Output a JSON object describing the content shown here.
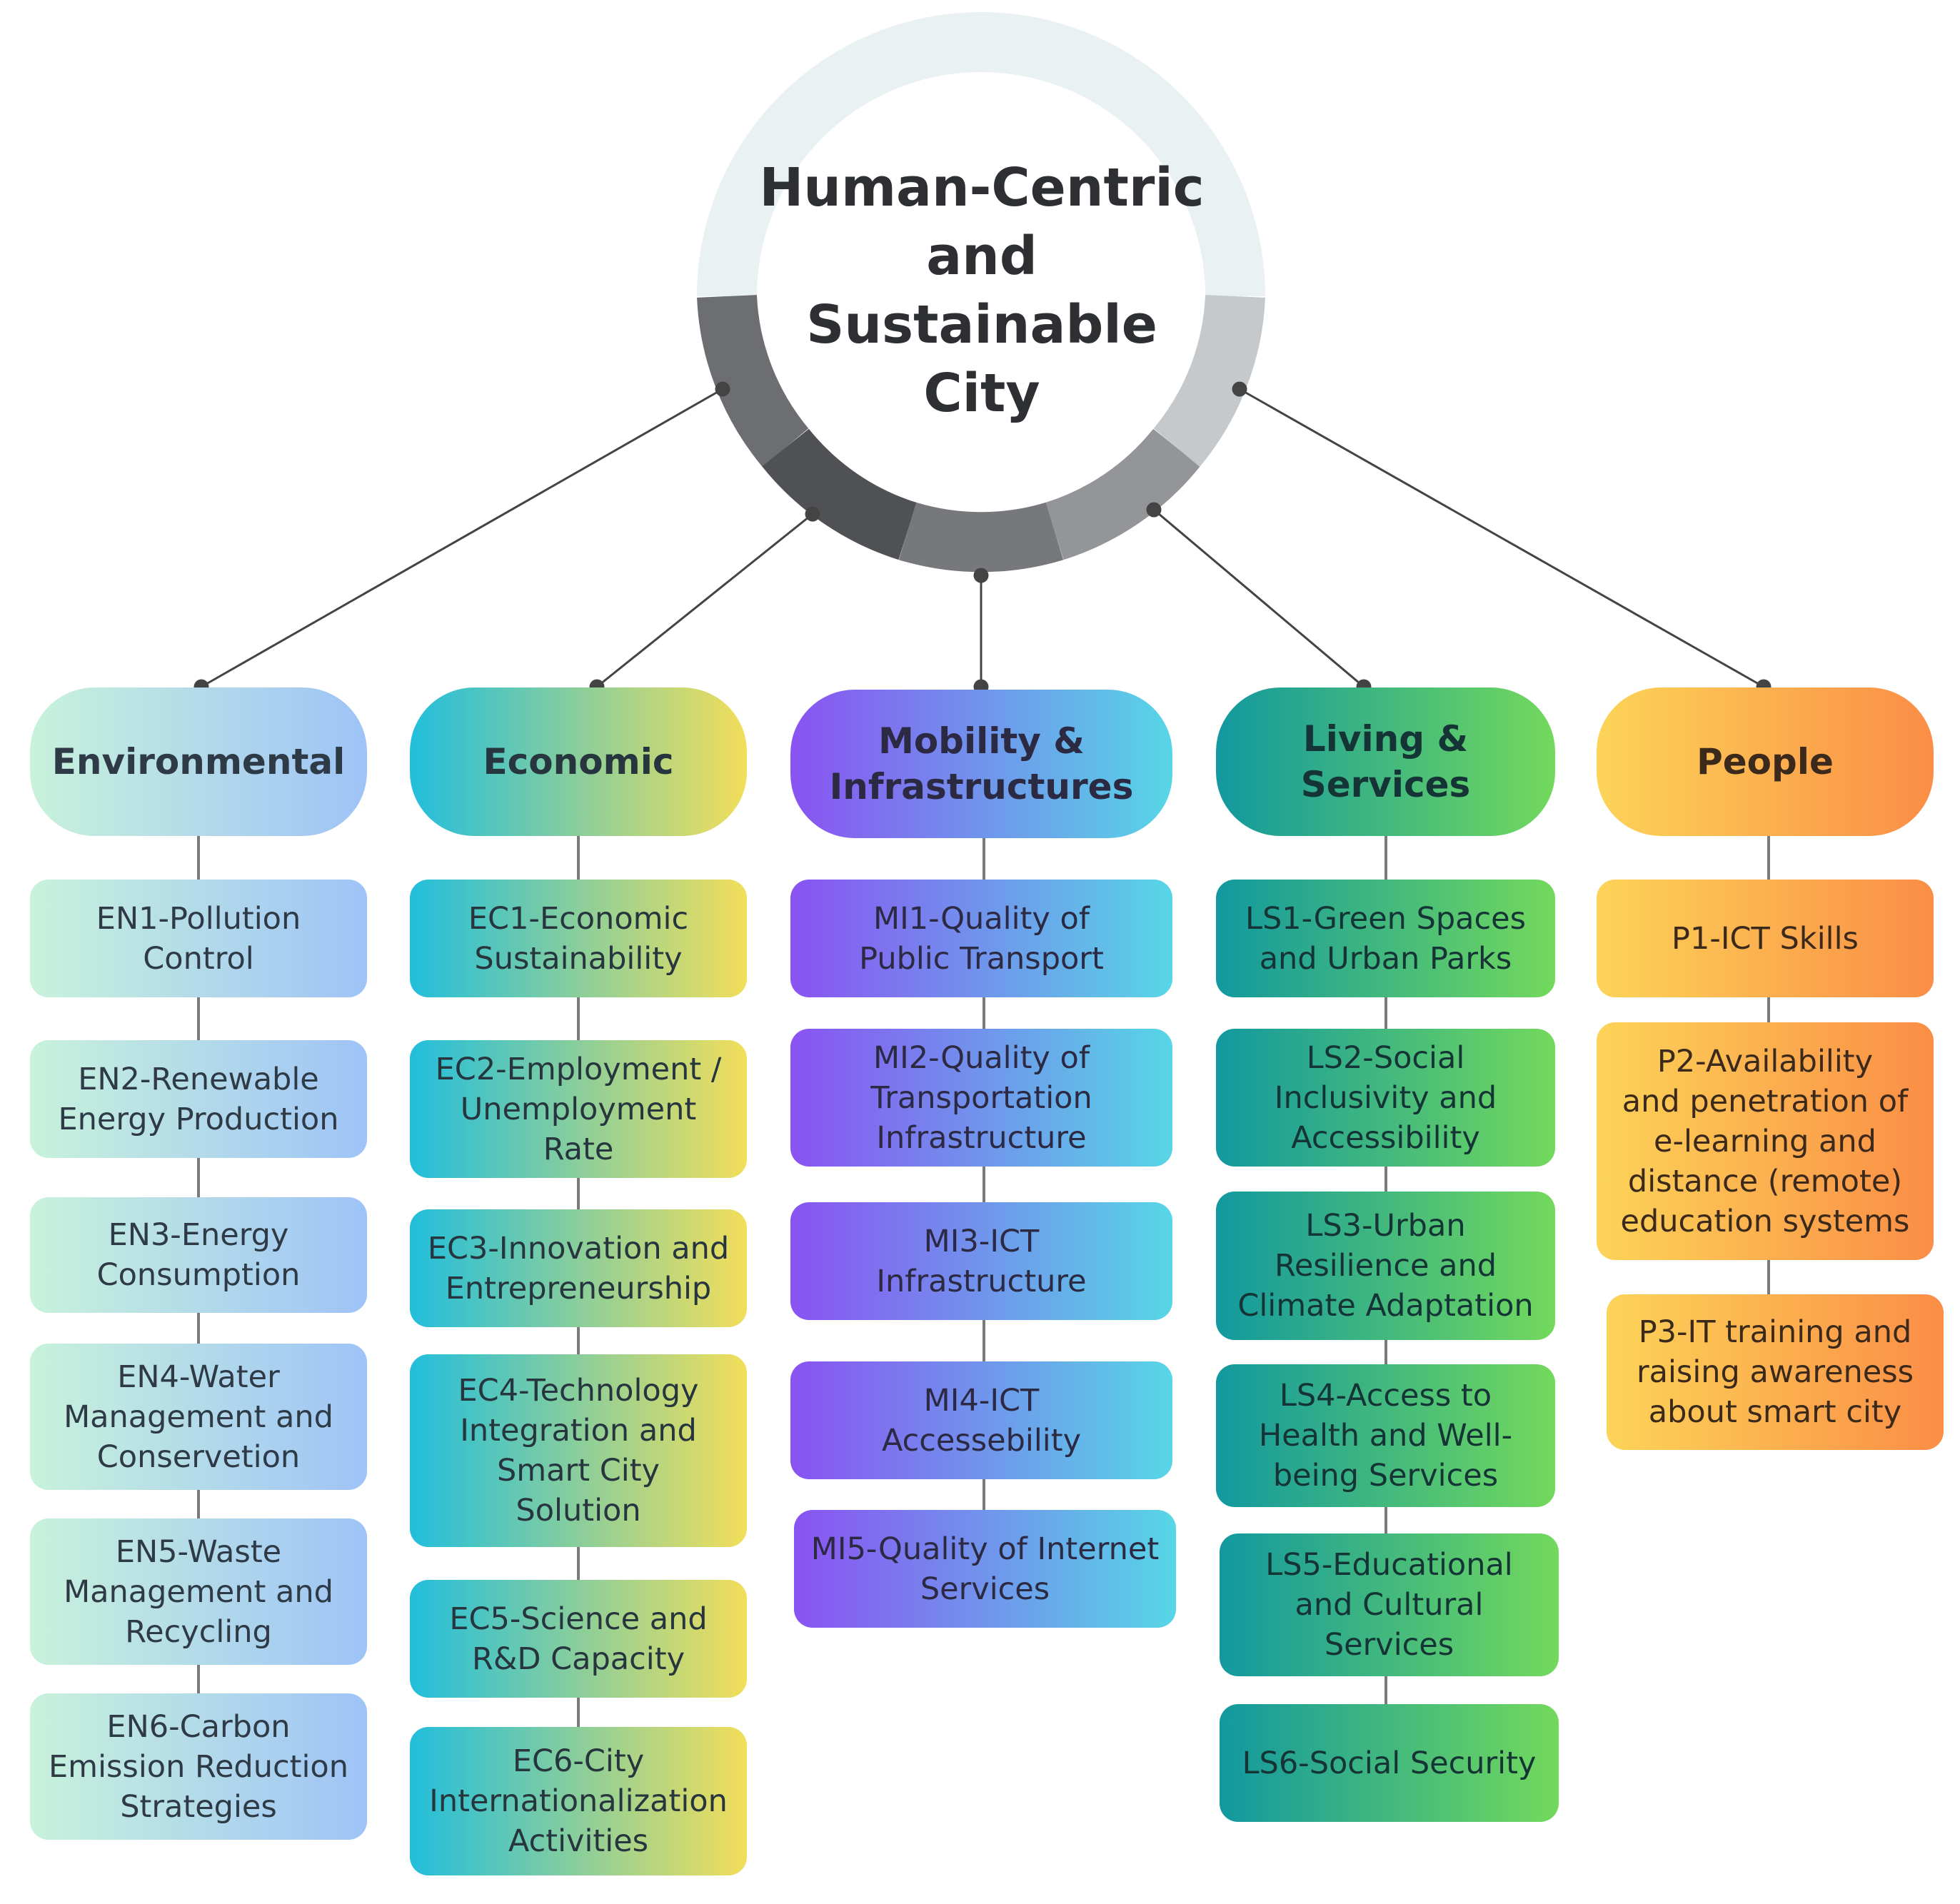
{
  "hub": {
    "title": "Human-Centric\nand\nSustainable\nCity"
  },
  "colors": {
    "ring_light": "#e9f1f3",
    "ring_segments": [
      "#6d6e72",
      "#505155",
      "#77787c",
      "#939598",
      "#c5c9cc"
    ],
    "connector": "#444444",
    "environmental": [
      "#c8f2db",
      "#9ec3f7"
    ],
    "economic": [
      "#22bedc",
      "#f2de5a"
    ],
    "mobility": [
      "#8a52f2",
      "#57d6e6"
    ],
    "living": [
      "#12989f",
      "#73d95c"
    ],
    "people": [
      "#fcd458",
      "#fb8d46"
    ]
  },
  "categories": {
    "environmental": {
      "title": "Environmental",
      "items": [
        "EN1-Pollution\nControl",
        "EN2-Renewable\nEnergy Production",
        "EN3-Energy\nConsumption",
        "EN4-Water\nManagement and\nConservetion",
        "EN5-Waste\nManagement and\nRecycling",
        "EN6-Carbon\nEmission Reduction\nStrategies"
      ]
    },
    "economic": {
      "title": "Economic",
      "items": [
        "EC1-Economic\nSustainability",
        "EC2-Employment /\nUnemployment\nRate",
        "EC3-Innovation and\nEntrepreneurship",
        "EC4-Technology\nIntegration and\nSmart City\nSolution",
        "EC5-Science and\nR&D Capacity",
        "EC6-City\nInternationalization\nActivities"
      ]
    },
    "mobility": {
      "title": "Mobility &\nInfrastructures",
      "items": [
        "MI1-Quality of\nPublic Transport",
        "MI2-Quality of\nTransportation\nInfrastructure",
        "MI3-ICT\nInfrastructure",
        "MI4-ICT\nAccessebility",
        "MI5-Quality of Internet\nServices"
      ]
    },
    "living": {
      "title": "Living & Services",
      "items": [
        "LS1-Green Spaces\nand Urban Parks",
        "LS2-Social\nInclusivity and\nAccessibility",
        "LS3-Urban\nResilience and\nClimate Adaptation",
        "LS4-Access to\nHealth and Well-\nbeing Services",
        "LS5-Educational\nand Cultural\nServices",
        "LS6-Social Security"
      ]
    },
    "people": {
      "title": "People",
      "items": [
        "P1-ICT Skills",
        "P2-Availability\nand penetration of\ne-learning and\ndistance (remote)\neducation systems",
        "P3-IT training and\nraising awareness\nabout smart city"
      ]
    }
  }
}
